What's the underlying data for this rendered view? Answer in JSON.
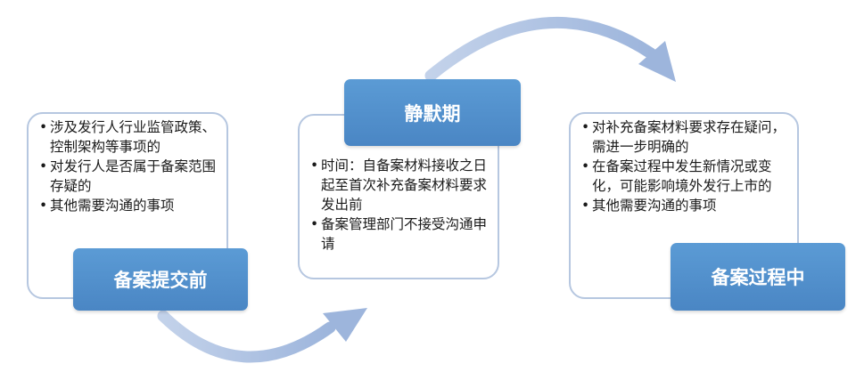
{
  "stages": [
    {
      "title": "备案提交前",
      "items": [
        "涉及发行人行业监管政策、控制架构等事项的",
        "对发行人是否属于备案范围存疑的",
        "其他需要沟通的事项"
      ]
    },
    {
      "title": "静默期",
      "items": [
        "时间：自备案材料接收之日起至首次补充备案材料要求发出前",
        "备案管理部门不接受沟通申请"
      ]
    },
    {
      "title": "备案过程中",
      "items": [
        "对补充备案材料要求存在疑问，需进一步明确的",
        "在备案过程中发生新情况或变化，可能影响境外发行上市的",
        "其他需要沟通的事项"
      ]
    }
  ],
  "colors": {
    "label_fill": "#5b9bd5",
    "card_border": "#b6c7e0",
    "arrow": "#a7bddf"
  }
}
